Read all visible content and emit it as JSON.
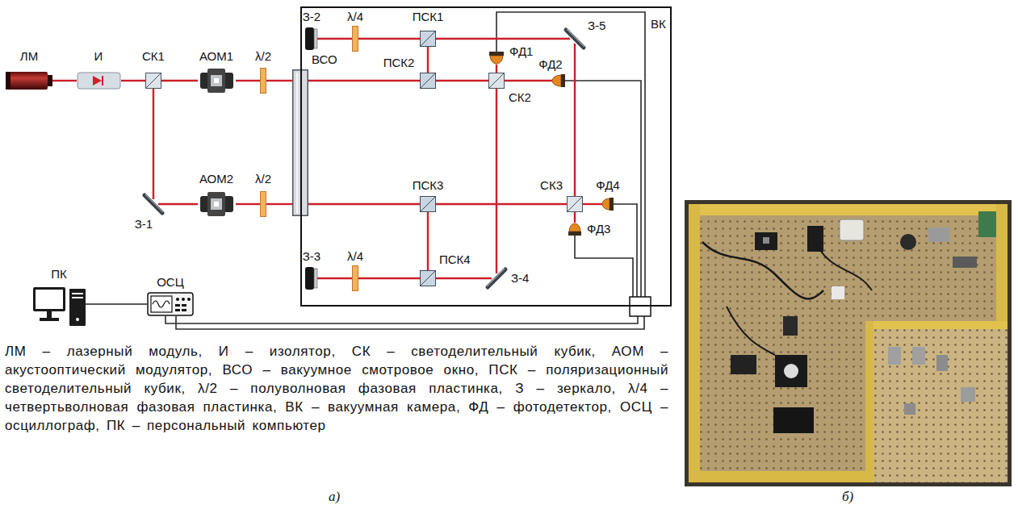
{
  "diagram": {
    "caption": "ЛМ – лазерный модуль, И – изолятор, СК – светоделительный кубик, АОМ – акустооптический модулятор, ВСО – вакуумное смотровое окно, ПСК – поляризационный светоделительный кубик, λ/2 – полуволновая фазовая пластинка, З – зеркало, λ/4 – четвертьволновая фазовая пластинка, ВК – вакуумная камера, ФД – фотодетектор, ОСЦ – осциллограф, ПК – персональный компьютер",
    "nodes": [
      {
        "text": [
          "ЛМ"
        ]
      },
      {
        "text": [
          "И"
        ]
      },
      {
        "text": [
          "СК1"
        ]
      },
      {
        "text": [
          "АОМ1"
        ]
      },
      {
        "text": [
          "λ/2"
        ]
      },
      {
        "text": [
          "З-1"
        ]
      },
      {
        "text": [
          "АОМ2"
        ]
      },
      {
        "text": [
          "λ/2"
        ]
      },
      {
        "text": [
          "ВСО"
        ]
      },
      {
        "text": [
          "ВК"
        ]
      },
      {
        "text": [
          "З-2"
        ],
        "in": 9
      },
      {
        "text": [
          "λ/4"
        ],
        "in": 9
      },
      {
        "text": [
          "ПСК1"
        ],
        "in": 9
      },
      {
        "text": [
          "З-5"
        ],
        "in": 9
      },
      {
        "text": [
          "ФД1"
        ],
        "in": 9
      },
      {
        "text": [
          "ПСК2"
        ],
        "in": 9
      },
      {
        "text": [
          "СК2"
        ],
        "in": 9
      },
      {
        "text": [
          "ФД2"
        ],
        "in": 9
      },
      {
        "text": [
          "ПСК3"
        ],
        "in": 9
      },
      {
        "text": [
          "СК3"
        ],
        "in": 9
      },
      {
        "text": [
          "ФД4"
        ],
        "in": 9
      },
      {
        "text": [
          "ФД3"
        ],
        "in": 9
      },
      {
        "text": [
          "З-3"
        ],
        "in": 9
      },
      {
        "text": [
          "λ/4"
        ],
        "in": 9
      },
      {
        "text": [
          "ПСК4"
        ],
        "in": 9
      },
      {
        "text": [
          "З-4"
        ],
        "in": 9
      },
      {
        "text": [
          "ПК"
        ]
      },
      {
        "text": [
          "ОСЦ"
        ]
      }
    ],
    "edges": [
      {
        "from": 0,
        "to": 1,
        "arrow": "none"
      },
      {
        "from": 1,
        "to": 2,
        "arrow": "none"
      },
      {
        "from": 2,
        "to": 3,
        "arrow": "none"
      },
      {
        "from": 3,
        "to": 4,
        "arrow": "none"
      },
      {
        "from": 4,
        "to": 8,
        "arrow": "none"
      },
      {
        "from": 8,
        "to": 15,
        "arrow": "none"
      },
      {
        "from": 15,
        "to": 16,
        "arrow": "none"
      },
      {
        "from": 16,
        "to": 17,
        "arrow": "none"
      },
      {
        "from": 2,
        "to": 5,
        "arrow": "none"
      },
      {
        "from": 5,
        "to": 6,
        "arrow": "none"
      },
      {
        "from": 6,
        "to": 7,
        "arrow": "none"
      },
      {
        "from": 7,
        "to": 8,
        "arrow": "none"
      },
      {
        "from": 8,
        "to": 18,
        "arrow": "none"
      },
      {
        "from": 18,
        "to": 19,
        "arrow": "none"
      },
      {
        "from": 19,
        "to": 20,
        "arrow": "none"
      },
      {
        "from": 19,
        "to": 21,
        "arrow": "none"
      },
      {
        "from": 10,
        "to": 11,
        "arrow": "none"
      },
      {
        "from": 11,
        "to": 12,
        "arrow": "none"
      },
      {
        "from": 12,
        "to": 15,
        "arrow": "none"
      },
      {
        "from": 12,
        "to": 13,
        "arrow": "none"
      },
      {
        "from": 13,
        "to": 19,
        "arrow": "none"
      },
      {
        "from": 16,
        "to": 14,
        "arrow": "none"
      },
      {
        "from": 16,
        "to": 25,
        "arrow": "none"
      },
      {
        "from": 25,
        "to": 24,
        "arrow": "none"
      },
      {
        "from": 24,
        "to": 18,
        "arrow": "none"
      },
      {
        "from": 24,
        "to": 23,
        "arrow": "none"
      },
      {
        "from": 23,
        "to": 22,
        "arrow": "none"
      },
      {
        "from": 26,
        "to": 27,
        "arrow": "none"
      }
    ],
    "labels": [
      "а)",
      "б)"
    ]
  }
}
